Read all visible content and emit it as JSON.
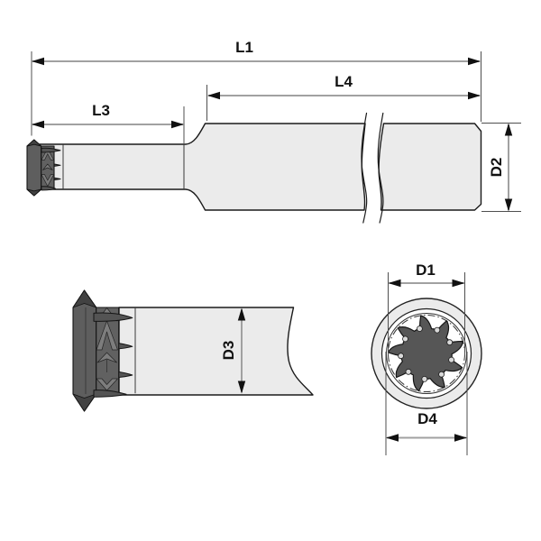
{
  "drawing": {
    "labels": {
      "L1": "L1",
      "L3": "L3",
      "L4": "L4",
      "D1": "D1",
      "D2": "D2",
      "D3": "D3",
      "D4": "D4"
    },
    "colors": {
      "bg": "#ffffff",
      "partFill": "#ebebeb",
      "partLine": "#1a1a1a",
      "dimLine": "#a1a1a1",
      "extLine": "#4f4f4f",
      "arrow": "#111111",
      "text": "#111111",
      "headDark": "#5e5e5e",
      "headBody": "#616161",
      "headMid": "#545454",
      "headLight": "#7d7d7d",
      "headDarker": "#424242",
      "notch": "#d9d9d9"
    },
    "front_view": {
      "teeth": 9
    }
  }
}
